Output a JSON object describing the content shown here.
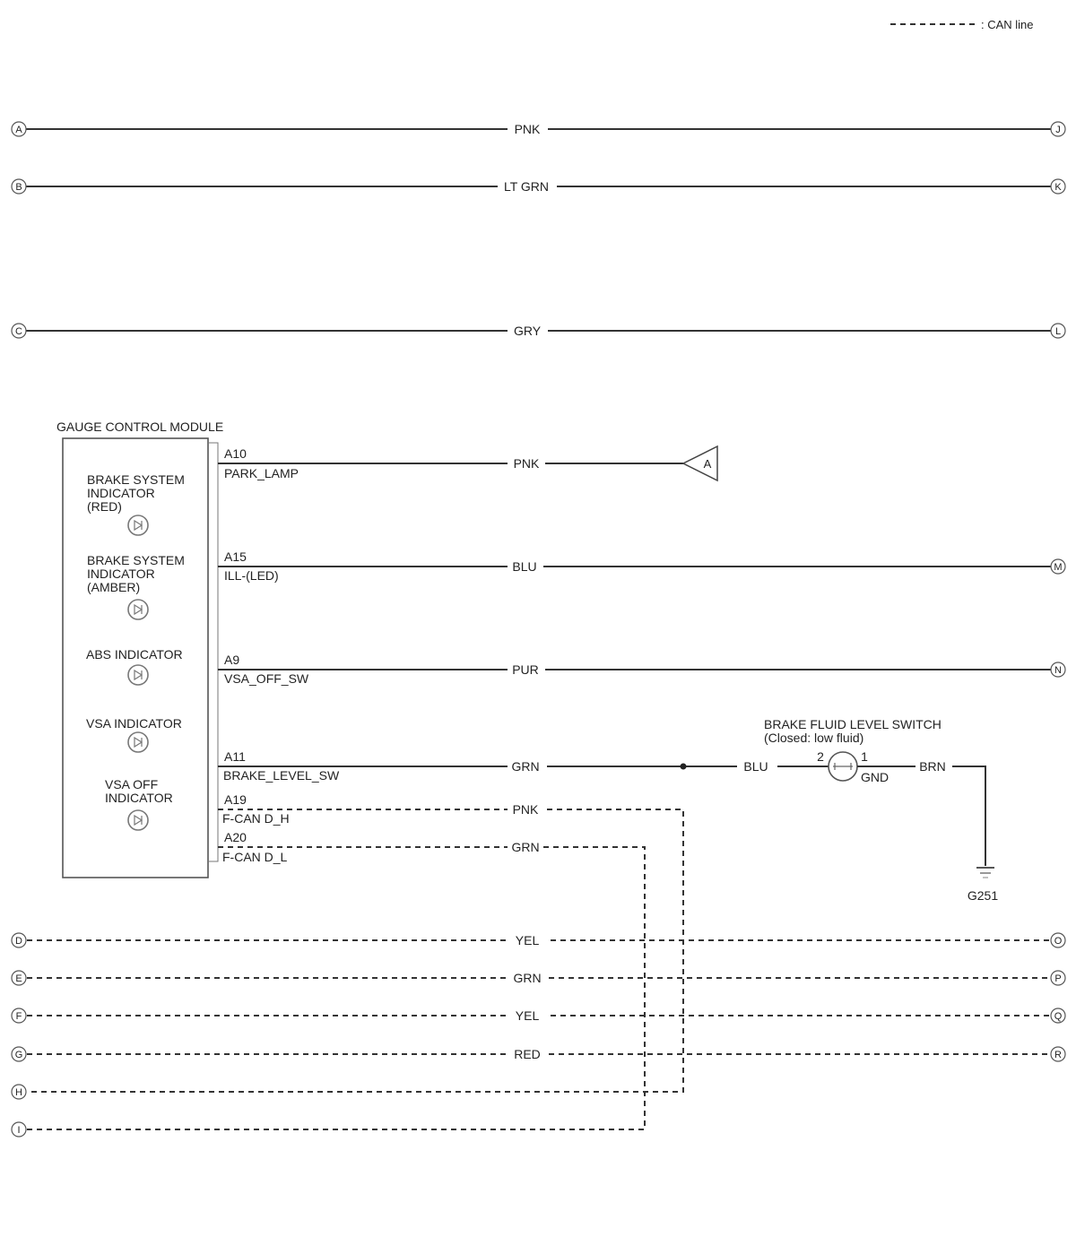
{
  "legend": {
    "can_label": ": CAN line"
  },
  "connectors": {
    "A": "A",
    "B": "B",
    "C": "C",
    "D": "D",
    "E": "E",
    "F": "F",
    "G": "G",
    "H": "H",
    "I": "I",
    "J": "J",
    "K": "K",
    "L": "L",
    "M": "M",
    "N": "N",
    "O": "O",
    "P": "P",
    "Q": "Q",
    "R": "R",
    "tri_a": "A"
  },
  "wires": {
    "a_j": "PNK",
    "b_k": "LT GRN",
    "c_l": "GRY",
    "a10": "PNK",
    "a15": "BLU",
    "a9": "PUR",
    "a11": "GRN",
    "switch_in": "BLU",
    "switch_out": "BRN",
    "a19": "PNK",
    "a20": "GRN",
    "d_o": "YEL",
    "e_p": "GRN",
    "f_q": "YEL",
    "g_r": "RED"
  },
  "module": {
    "title": "GAUGE CONTROL MODULE",
    "indicators": {
      "brake_red": [
        "BRAKE SYSTEM",
        "INDICATOR",
        "(RED)"
      ],
      "brake_amber": [
        "BRAKE SYSTEM",
        "INDICATOR",
        "(AMBER)"
      ],
      "abs": [
        "ABS INDICATOR"
      ],
      "vsa": [
        "VSA INDICATOR"
      ],
      "vsa_off": [
        "VSA OFF",
        "INDICATOR"
      ]
    },
    "pins": {
      "a10": {
        "pin": "A10",
        "signal": "PARK_LAMP"
      },
      "a15": {
        "pin": "A15",
        "signal": "ILL-(LED)"
      },
      "a9": {
        "pin": "A9",
        "signal": "VSA_OFF_SW"
      },
      "a11": {
        "pin": "A11",
        "signal": "BRAKE_LEVEL_SW"
      },
      "a19": {
        "pin": "A19",
        "signal": "F-CAN D_H"
      },
      "a20": {
        "pin": "A20",
        "signal": "F-CAN D_L"
      }
    }
  },
  "brake_switch": {
    "title": "BRAKE FLUID LEVEL SWITCH",
    "note": "(Closed: low fluid)",
    "pin2": "2",
    "pin1": "1",
    "gnd": "GND"
  },
  "ground": {
    "label": "G251"
  }
}
